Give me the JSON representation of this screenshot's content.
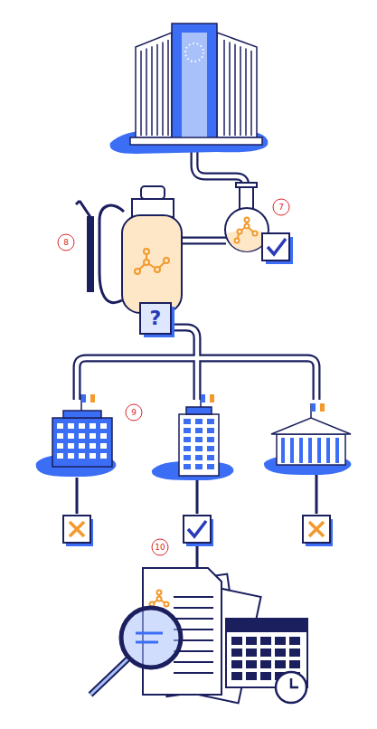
{
  "diagram": {
    "labels": [
      "7",
      "8",
      "?",
      "9",
      "10"
    ]
  }
}
